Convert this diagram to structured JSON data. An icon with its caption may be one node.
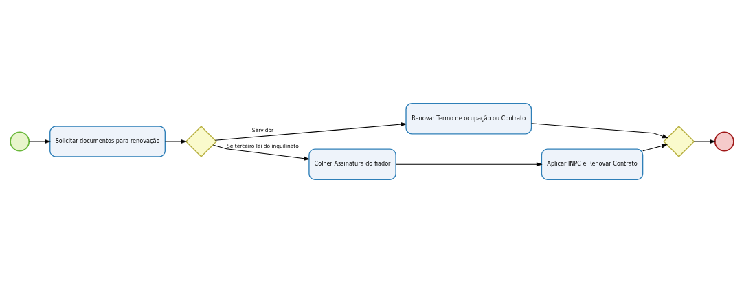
{
  "diagram": {
    "nodes": [
      {
        "text": [],
        "shape": "circle"
      },
      {
        "text": [
          "Solicitar documentos para renovação"
        ]
      },
      {
        "text": [],
        "shape": "diamond"
      },
      {
        "text": [
          "Renovar Termo de ocupação ou Contrato"
        ]
      },
      {
        "text": [
          "Colher Assinatura do fiador"
        ]
      },
      {
        "text": [
          "Aplicar INPC e Renovar Contrato"
        ]
      },
      {
        "text": [],
        "shape": "diamond"
      },
      {
        "text": [],
        "shape": "circle"
      }
    ],
    "edges": [
      {
        "from": 0,
        "to": 1,
        "arrow": "to"
      },
      {
        "from": 1,
        "to": 2,
        "arrow": "to"
      },
      {
        "from": 2,
        "to": 3,
        "arrow": "to",
        "label": "Servidor"
      },
      {
        "from": 2,
        "to": 4,
        "arrow": "to",
        "label": "Se terceiro lei do inquilinato"
      },
      {
        "from": 4,
        "to": 5,
        "arrow": "to"
      },
      {
        "from": 3,
        "to": 6,
        "arrow": "to"
      },
      {
        "from": 5,
        "to": 6,
        "arrow": "to"
      },
      {
        "from": 6,
        "to": 7,
        "arrow": "to"
      }
    ]
  }
}
